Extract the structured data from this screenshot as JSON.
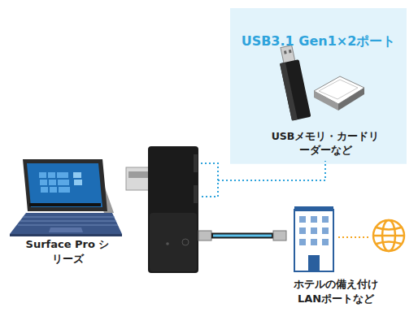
{
  "diagram": {
    "nodes": [
      {
        "text": [
          "USB3.1 Gen1×2ポート",
          "USBメモリ・カードリーダーなど"
        ]
      }
    ],
    "labels": [
      "Surface Pro シリーズ",
      "ホテルの備え付け LANポートなど"
    ]
  }
}
